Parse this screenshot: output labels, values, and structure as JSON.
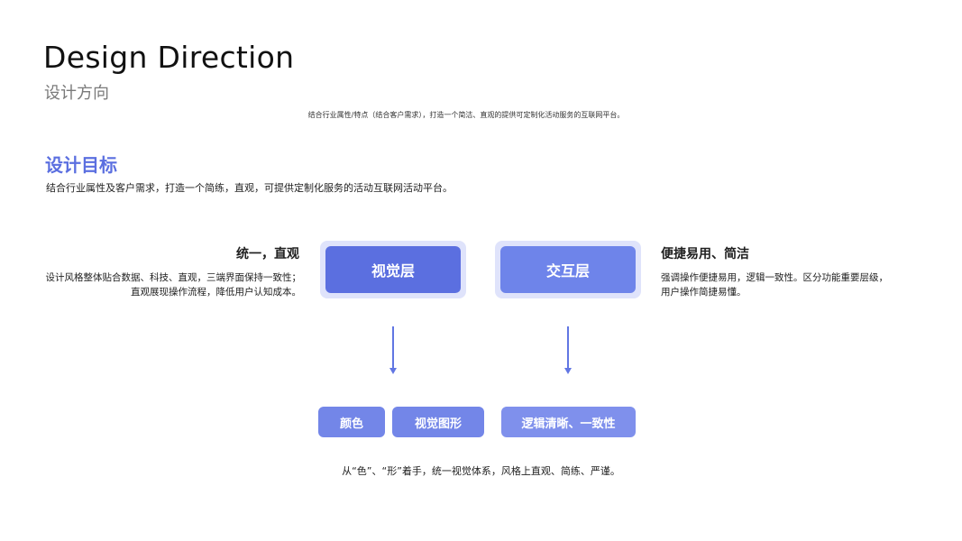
{
  "header": {
    "title_en": "Design Direction",
    "title_cn": "设计方向",
    "intro": "结合行业属性/特点（结合客户需求），打造一个简洁、直观的提供可定制化活动服务的互联网平台。"
  },
  "goal": {
    "title": "设计目标",
    "description": "结合行业属性及客户需求，打造一个简练，直观，可提供定制化服务的活动互联网活动平台。"
  },
  "left_block": {
    "heading": "统一，直观",
    "line1": "设计风格整体贴合数据、科技、直观，三端界面保持一致性；",
    "line2": "直观展现操作流程，降低用户认知成本。"
  },
  "right_block": {
    "heading": "便捷易用、简洁",
    "line1": "强调操作便捷易用，逻辑一致性。区分功能重要层级，",
    "line2": "用户操作简捷易懂。"
  },
  "layers": {
    "visual": "视觉层",
    "interaction": "交互层"
  },
  "tags": {
    "color": "颜色",
    "graphics": "视觉图形",
    "logic": "逻辑清晰、一致性"
  },
  "footer": {
    "note": "从“色”、“形”着手，统一视觉体系，风格上直观、简练、严谨。"
  },
  "colors": {
    "accent": "#5b6fe0",
    "layer_bg": "#dfe3fb",
    "tag": "#7386e8"
  }
}
